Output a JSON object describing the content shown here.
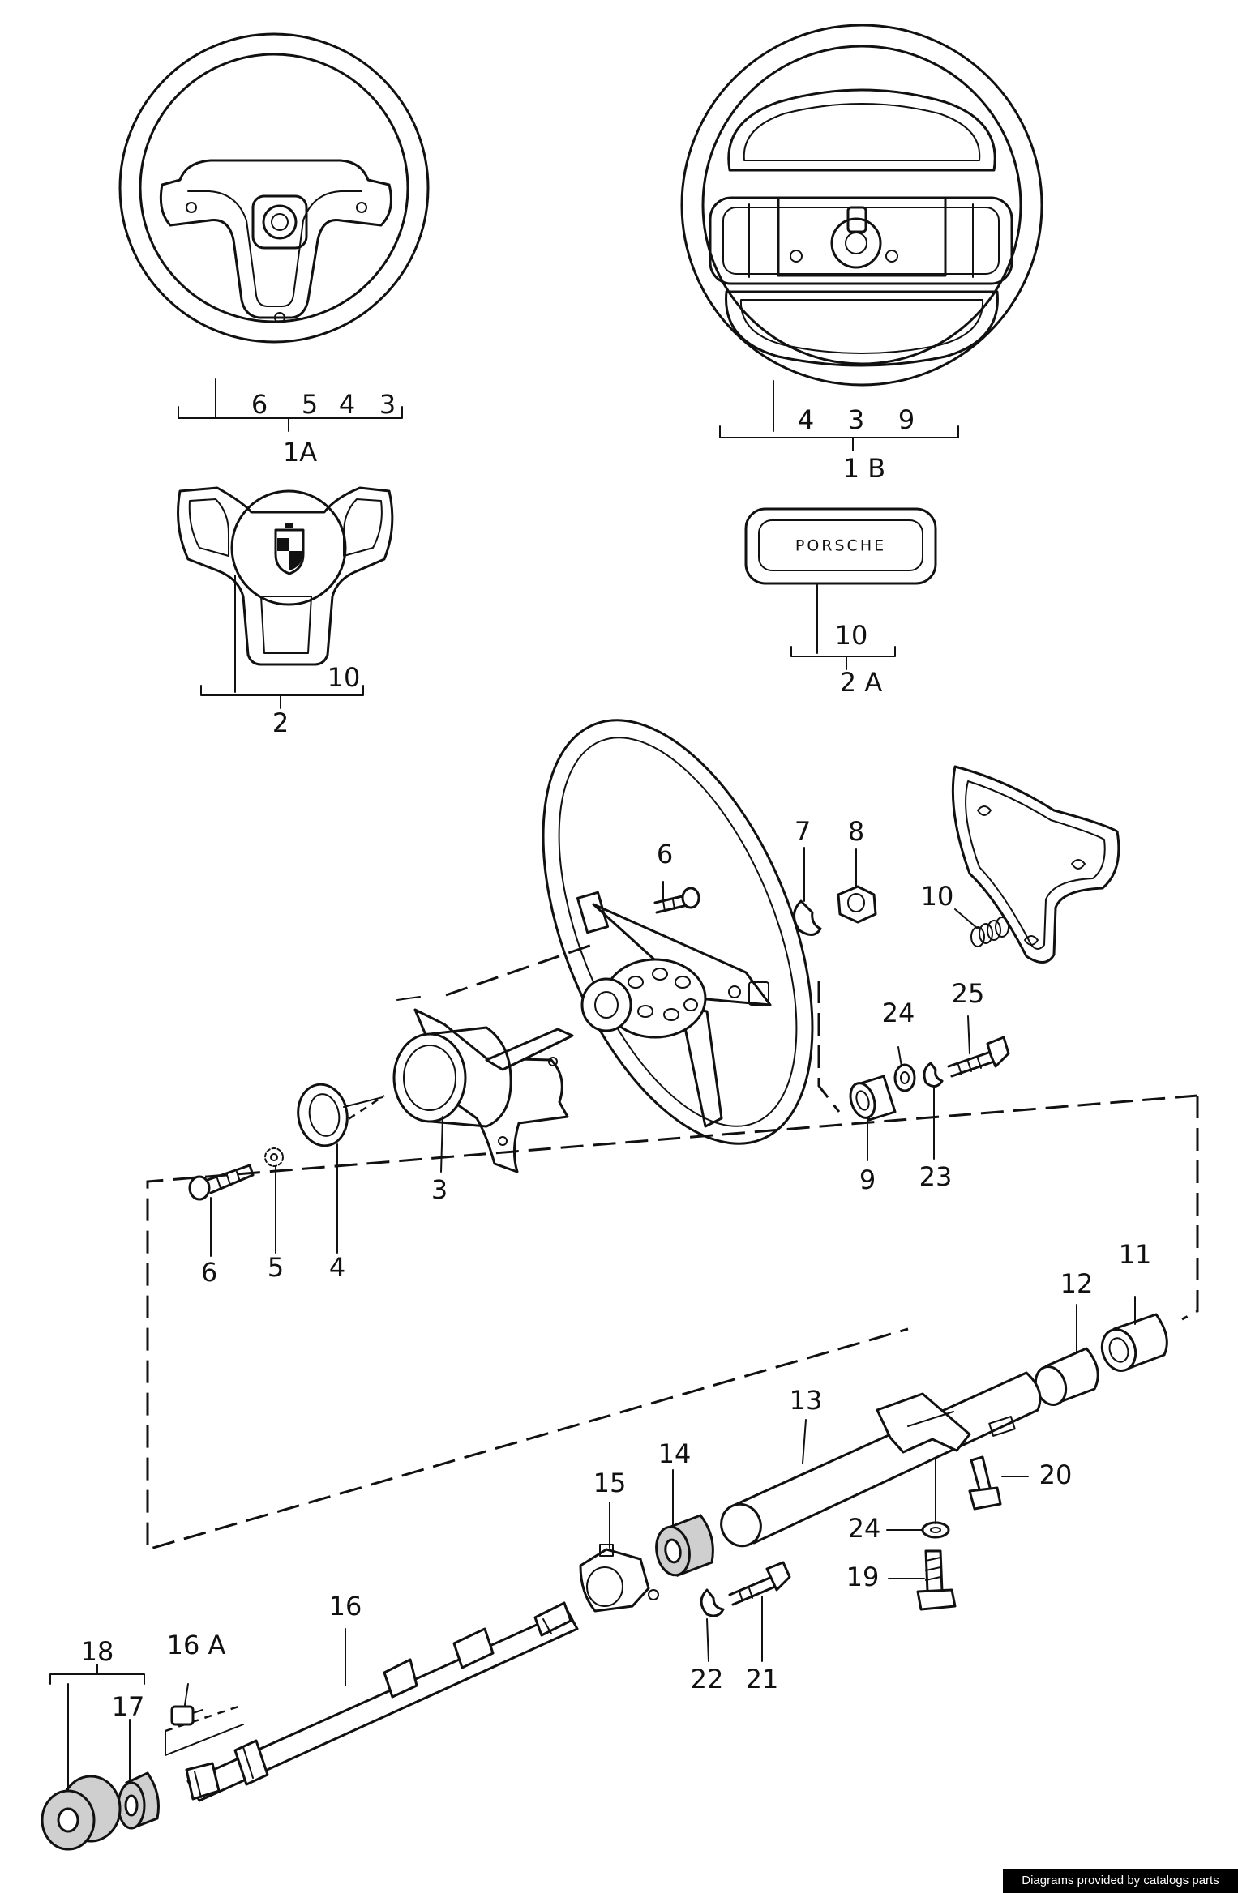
{
  "labels": {
    "l1a": "1A",
    "l1a_6": "6",
    "l1a_5": "5",
    "l1a_4": "4",
    "l1a_3": "3",
    "l1b": "1 B",
    "l1b_4": "4",
    "l1b_3": "3",
    "l1b_9": "9",
    "l2": "2",
    "l2_10": "10",
    "l2a": "2 A",
    "l2a_10": "10",
    "p6_top": "6",
    "p7": "7",
    "p8": "8",
    "p10_mid": "10",
    "p24_top": "24",
    "p25": "25",
    "p9": "9",
    "p23": "23",
    "p3": "3",
    "p6_low": "6",
    "p5": "5",
    "p4": "4",
    "p12": "12",
    "p11": "11",
    "p13": "13",
    "p14": "14",
    "p15": "15",
    "p20": "20",
    "p24_low": "24",
    "p19": "19",
    "p16": "16",
    "p16a": "16 A",
    "p18": "18",
    "p17": "17",
    "p22": "22",
    "p21": "21"
  },
  "horn_pad_brand": "PORSCHE",
  "credit": "Diagrams provided by catalogs parts"
}
